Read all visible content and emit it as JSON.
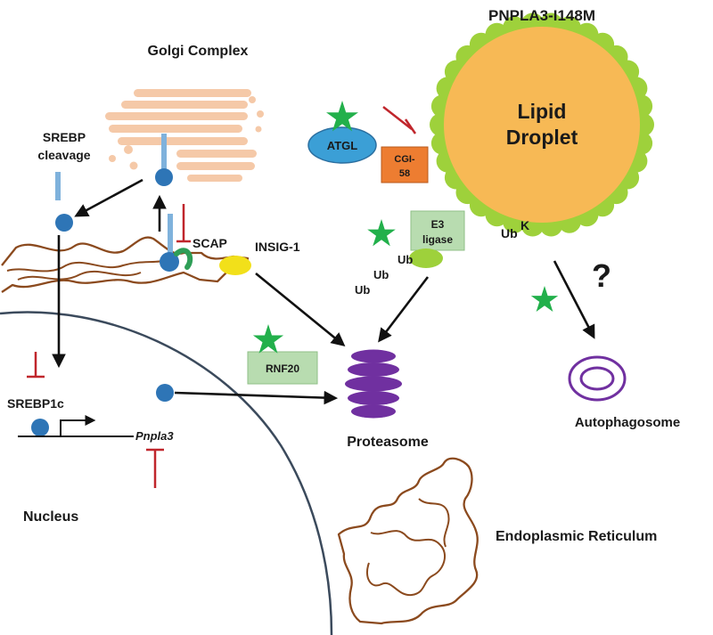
{
  "labels": {
    "pnpla3": "PNPLA3-I148M",
    "golgi": "Golgi Complex",
    "lipid_line1": "Lipid",
    "lipid_line2": "Droplet",
    "srebp_cleavage_line1": "SREBP",
    "srebp_cleavage_line2": "cleavage",
    "atgl": "ATGL",
    "cgi_line1": "CGI-",
    "cgi_line2": "58",
    "e3_line1": "E3",
    "e3_line2": "ligase",
    "ubk_base": "Ub",
    "ubk_sup": "K",
    "scap": "SCAP",
    "insig": "INSIG-1",
    "ub1": "Ub",
    "ub2": "Ub",
    "ub3": "Ub",
    "question": "?",
    "rnf20": "RNF20",
    "srebp1c": "SREBP1c",
    "pnpla3_gene": "Pnpla3",
    "proteasome": "Proteasome",
    "autophagosome": "Autophagosome",
    "nucleus": "Nucleus",
    "er": "Endoplasmic Reticulum"
  },
  "colors": {
    "golgi": "#f5c9a8",
    "er": "#8b4a1e",
    "protein_blue": "#2e75b6",
    "insig_yellow": "#f2e01a",
    "scap_green": "#2f9e57",
    "star_green": "#22b04b",
    "inhibit_red": "#c0262c",
    "droplet_core": "#f7b955",
    "droplet_coat": "#9ed13b",
    "atgl_fill": "#3b9fd6",
    "cgi_fill": "#ed7d31",
    "box_green": "#b8dcb0",
    "proteasome_purple": "#7030a0",
    "nucleus_line": "#3b4a5c"
  }
}
